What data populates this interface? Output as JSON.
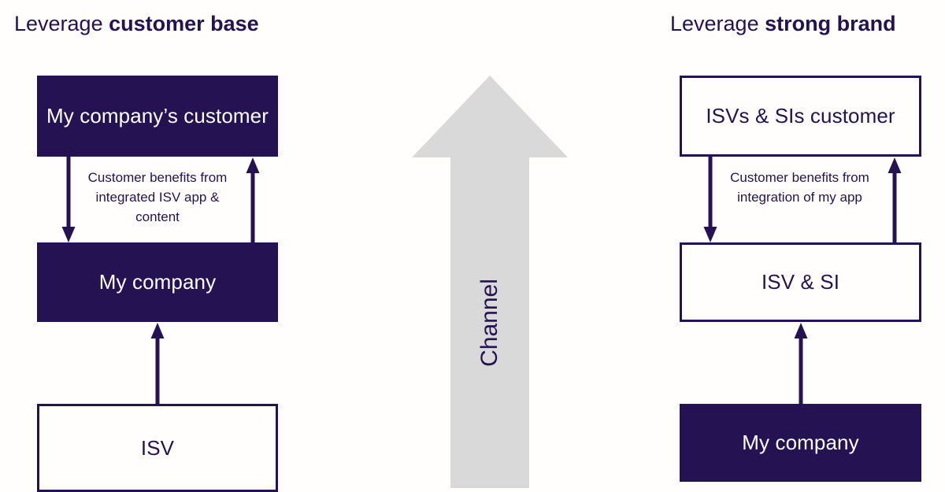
{
  "diagram": {
    "background_color": "#fffefc",
    "brand_navy": "#241252",
    "channel_gray": "#d9d9d9",
    "left_column": {
      "title": {
        "prefix": "Leverage ",
        "emphasis": "customer base"
      },
      "boxes": [
        {
          "label": "My company’s customer",
          "style": "filled"
        },
        {
          "label": "My company",
          "style": "filled"
        },
        {
          "label": "ISV",
          "style": "outline"
        }
      ],
      "caption": "Customer benefits from integrated ISV app & content",
      "arrows": [
        {
          "name": "customer-to-company",
          "direction": "down"
        },
        {
          "name": "company-to-customer",
          "direction": "up"
        },
        {
          "name": "isv-to-company",
          "direction": "up"
        }
      ]
    },
    "right_column": {
      "title": {
        "prefix": "Leverage ",
        "emphasis": "strong brand"
      },
      "boxes": [
        {
          "label": "ISVs & SIs customer",
          "style": "outline"
        },
        {
          "label": "ISV & SI",
          "style": "outline"
        },
        {
          "label": "My company",
          "style": "filled"
        }
      ],
      "caption": "Customer benefits from integration of my app",
      "arrows": [
        {
          "name": "customer-to-isvsi",
          "direction": "down"
        },
        {
          "name": "isvsi-to-customer",
          "direction": "up"
        },
        {
          "name": "mycompany-to-isvsi",
          "direction": "up"
        }
      ]
    },
    "center": {
      "label": "Channel",
      "icon": "up-arrow-icon",
      "direction": "up"
    }
  }
}
